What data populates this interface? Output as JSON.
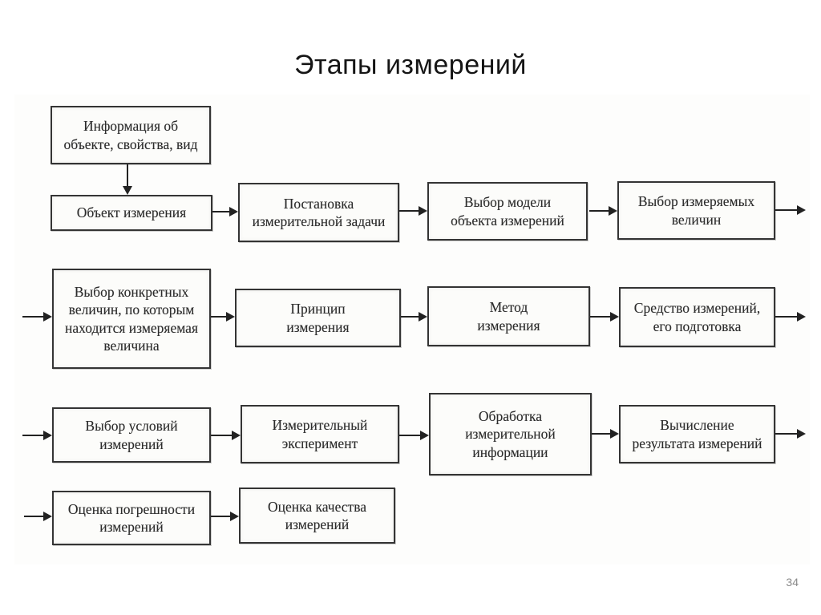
{
  "slide": {
    "title": "Этапы измерений",
    "page_number": "34"
  },
  "colors": {
    "diagram_ink": "#2c2c2c",
    "box_border": "#343434",
    "page_number_gray": "#898989",
    "background": "#ffffff"
  },
  "flowchart": {
    "boxes": [
      {
        "id": "object-info",
        "label": "Информация об\nобъекте, свойства, вид"
      },
      {
        "id": "measurement-object",
        "label": "Объект измерения"
      },
      {
        "id": "task-statement",
        "label": "Постановка\nизмерительной задачи"
      },
      {
        "id": "model-selection",
        "label": "Выбор модели\nобъекта измерений"
      },
      {
        "id": "quantities-selection",
        "label": "Выбор измеряемых\nвеличин"
      },
      {
        "id": "specific-quantities",
        "label": "Выбор конкретных\nвеличин, по которым\nнаходится измеряемая\nвеличина"
      },
      {
        "id": "principle",
        "label": "Принцип\nизмерения"
      },
      {
        "id": "method",
        "label": "Метод\nизмерения"
      },
      {
        "id": "instrument",
        "label": "Средство измерений,\nего подготовка"
      },
      {
        "id": "conditions",
        "label": "Выбор условий\nизмерений"
      },
      {
        "id": "experiment",
        "label": "Измерительный\nэксперимент"
      },
      {
        "id": "processing",
        "label": "Обработка\nизмерительной\nинформации"
      },
      {
        "id": "result-calculation",
        "label": "Вычисление\nрезультата измерений"
      },
      {
        "id": "error-estimation",
        "label": "Оценка погрешности\nизмерений"
      },
      {
        "id": "quality-estimation",
        "label": "Оценка качества\nизмерений"
      }
    ]
  }
}
